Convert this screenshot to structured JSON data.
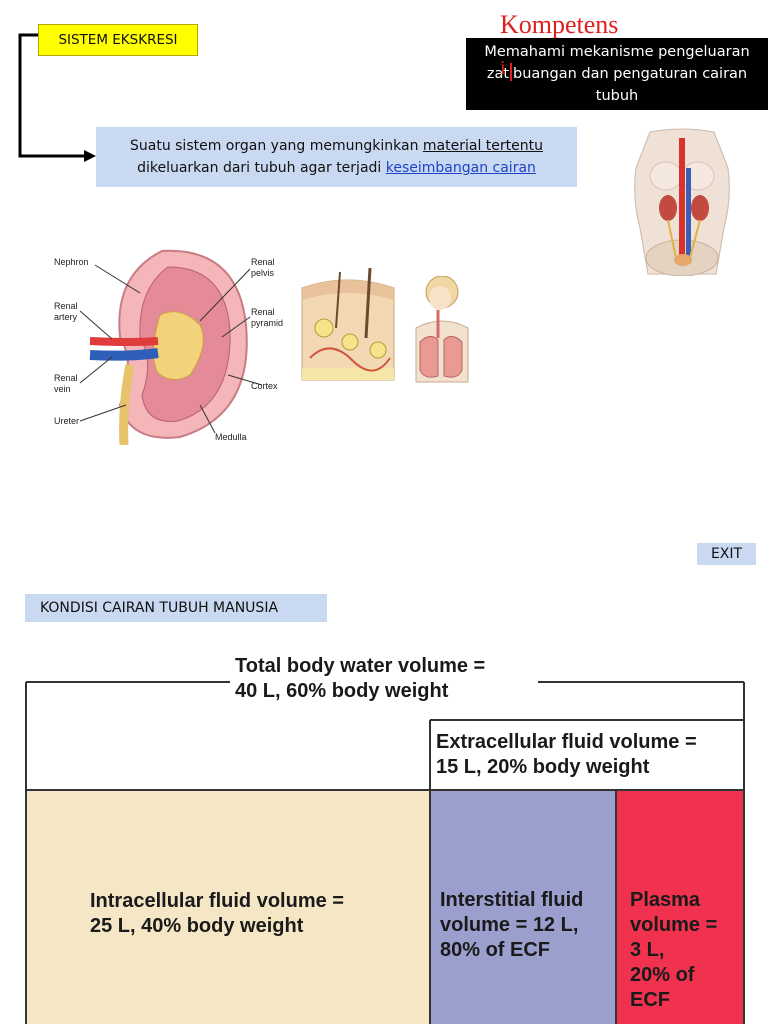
{
  "slide1": {
    "title": "SISTEM EKSKRESI",
    "kompetensi_title": "Kompetens",
    "kompetensi_suffix": "i",
    "kompetensi_text_a": "Memahami mekanisme pengeluaran",
    "kompetensi_text_b": "zat",
    "kompetensi_text_c": "buangan dan pengaturan cairan",
    "kompetensi_text_d": "tubuh",
    "definition_line1_pre": "Suatu sistem organ yang memungkinkan ",
    "definition_line1_u": "material tertentu ",
    "definition_line2_pre": "dikeluarkan dari tubuh agar terjadi ",
    "definition_link": "keseimbangan cairan",
    "kidney_labels": {
      "nephron": "Nephron",
      "renal_artery_1": "Renal",
      "renal_artery_2": "artery",
      "renal_vein_1": "Renal",
      "renal_vein_2": "vein",
      "ureter": "Ureter",
      "renal_pelvis_1": "Renal",
      "renal_pelvis_2": "pelvis",
      "renal_pyramid_1": "Renal",
      "renal_pyramid_2": "pyramid",
      "cortex": "Cortex",
      "medulla": "Medulla"
    },
    "exit_label": "EXIT"
  },
  "slide2": {
    "section_title": "KONDISI CAIRAN TUBUH MANUSIA",
    "total_line1": "Total body water volume =",
    "total_line2": "40 L, 60% body weight",
    "ecf_line1": "Extracellular fluid volume =",
    "ecf_line2": "15 L, 20% body weight",
    "icf_line1": "Intracellular fluid volume =",
    "icf_line2": "25 L, 40% body weight",
    "isf_line1": "Interstitial fluid",
    "isf_line2": "volume = 12 L,",
    "isf_line3": "80% of ECF",
    "plasma_line1": "Plasma",
    "plasma_line2": "volume =",
    "plasma_line3": "3 L,",
    "plasma_line4": "20% of",
    "plasma_line5": "ECF",
    "colors": {
      "icf": "#f5e6c6",
      "interstitial": "#9a9fcd",
      "plasma": "#f0324f"
    }
  }
}
